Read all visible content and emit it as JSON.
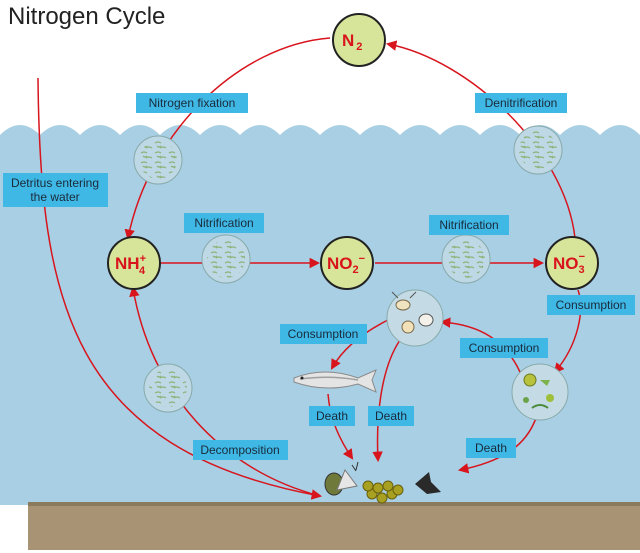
{
  "title": "Nitrogen Cycle",
  "nodes": {
    "n2": {
      "main": "N",
      "sub": "2"
    },
    "nh4": {
      "main": "NH",
      "sup": "+",
      "sub": "4"
    },
    "no2": {
      "main": "NO",
      "sub": "2",
      "sup": "−"
    },
    "no3": {
      "main": "NO",
      "sub": "3",
      "sup": "−"
    }
  },
  "labels": {
    "nitrogen_fixation": "Nitrogen fixation",
    "denitrification": "Denitrification",
    "detritus_line1": "Detritus entering",
    "detritus_line2": "the water",
    "nitrification_1": "Nitrification",
    "nitrification_2": "Nitrification",
    "consumption_right": "Consumption",
    "consumption_left": "Consumption",
    "consumption_mid": "Consumption",
    "death_left": "Death",
    "death_mid": "Death",
    "death_right": "Death",
    "decomposition": "Decomposition"
  },
  "colors": {
    "water": "#a8cfe4",
    "sediment": "#a89474",
    "label_box": "#3fb8e6",
    "node_fill": "#d6e59a",
    "node_text": "#d8141c",
    "arrow": "#d8141c"
  }
}
